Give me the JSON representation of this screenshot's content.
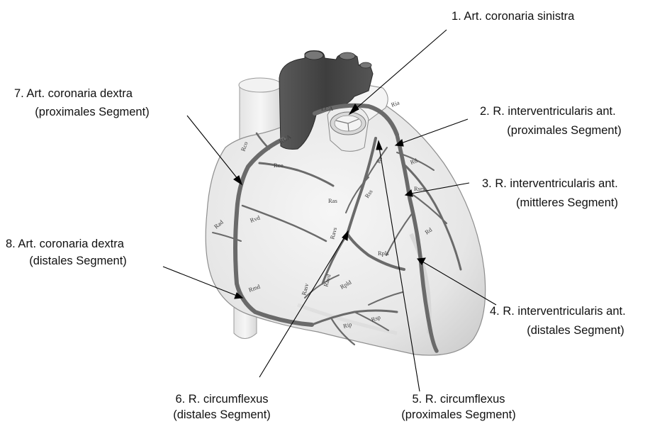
{
  "labels": {
    "l1": "1.  Art. coronaria sinistra",
    "l2a": "2. R. interventricularis ant.",
    "l2b": "(proximales Segment)",
    "l3a": "3. R. interventricularis ant.",
    "l3b": "(mittleres Segment)",
    "l4a": "4. R. interventricularis ant.",
    "l4b": "(distales Segment)",
    "l5a": "5. R. circumflexus",
    "l5b": "(proximales Segment)",
    "l6a": "6. R. circumflexus",
    "l6b": "(distales Segment)",
    "l7a": "7.  Art. coronaria dextra",
    "l7b": "(proximales Segment)",
    "l8a": "8.  Art. coronaria dextra",
    "l8b": "(distales Segment)"
  },
  "vessel_labels": {
    "lca": "LCA",
    "rca": "RCA",
    "rco1": "Rco",
    "rco2": "Rco",
    "ria": "Ria",
    "rc": "Rc",
    "rd1": "Rd",
    "rsrs": "Rsrs",
    "rd2": "Rd",
    "rss": "Rss",
    "ras": "Ras",
    "ravs": "Ravs",
    "rad": "Rad",
    "rvd": "Rvd",
    "rpls": "Rpls",
    "rmd": "Rmd",
    "rasv": "Rasv",
    "ravd": "Ravd",
    "rpld": "Rpld",
    "rip": "Rip",
    "rsp": "Rsp"
  }
}
